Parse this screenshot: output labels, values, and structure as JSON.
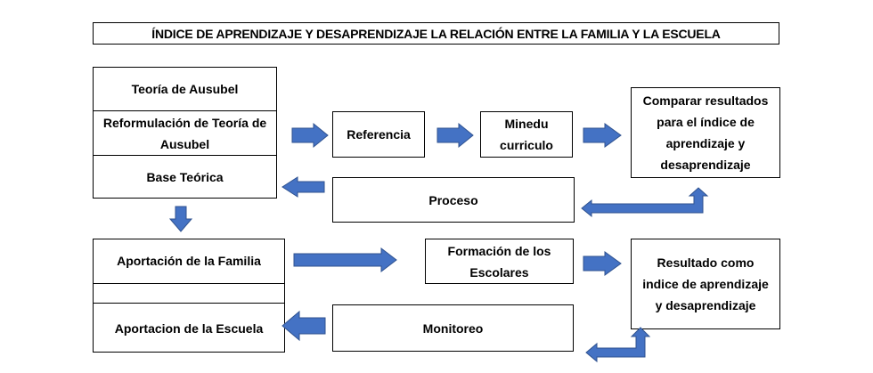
{
  "title": "ÍNDICE DE APRENDIZAJE Y DESAPRENDIZAJE LA RELACIÓN ENTRE LA FAMILIA Y LA ESCUELA",
  "left_top": {
    "teoria": "Teoría de Ausubel",
    "reformulacion": "Reformulación de Teoría de Ausubel",
    "base": "Base Teórica"
  },
  "referencia": "Referencia",
  "minedu": "Minedu curriculo",
  "comparar": "Comparar resultados para el índice de aprendizaje y desaprendizaje",
  "proceso": "Proceso",
  "left_bottom": {
    "familia": "Aportación de la Familia",
    "escuela": "Aportacion de la Escuela"
  },
  "formacion": "Formación de los Escolares",
  "resultado": "Resultado como indice de aprendizaje y desaprendizaje",
  "monitoreo": "Monitoreo",
  "colors": {
    "arrow_fill": "#4472C4",
    "arrow_stroke": "#2F528F"
  }
}
